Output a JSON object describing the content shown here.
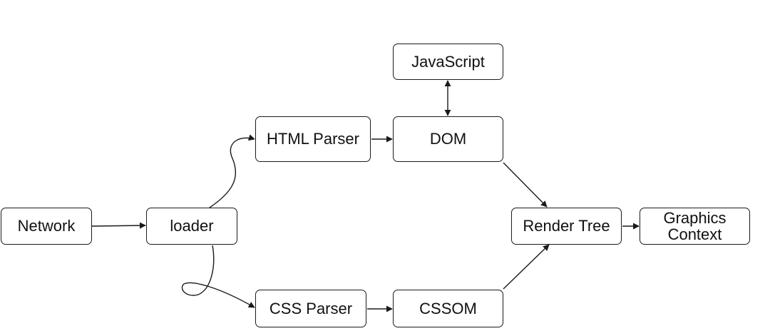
{
  "diagram": {
    "nodes": {
      "network": "Network",
      "loader": "loader",
      "html_parser": "HTML Parser",
      "dom": "DOM",
      "javascript": "JavaScript",
      "css_parser": "CSS Parser",
      "cssom": "CSSOM",
      "render_tree": "Render Tree",
      "graphics_context_line1": "Graphics",
      "graphics_context_line2": "Context"
    },
    "edges": [
      {
        "from": "network",
        "to": "loader",
        "style": "straight"
      },
      {
        "from": "loader",
        "to": "html_parser",
        "style": "curved"
      },
      {
        "from": "loader",
        "to": "css_parser",
        "style": "curved-loop"
      },
      {
        "from": "html_parser",
        "to": "dom",
        "style": "straight"
      },
      {
        "from": "dom",
        "to": "javascript",
        "style": "bidirectional"
      },
      {
        "from": "dom",
        "to": "render_tree",
        "style": "straight"
      },
      {
        "from": "css_parser",
        "to": "cssom",
        "style": "straight"
      },
      {
        "from": "cssom",
        "to": "render_tree",
        "style": "straight"
      },
      {
        "from": "render_tree",
        "to": "graphics_context",
        "style": "straight"
      }
    ],
    "colors": {
      "stroke": "#1a1a1a",
      "text": "#111111",
      "background": "#ffffff"
    }
  }
}
